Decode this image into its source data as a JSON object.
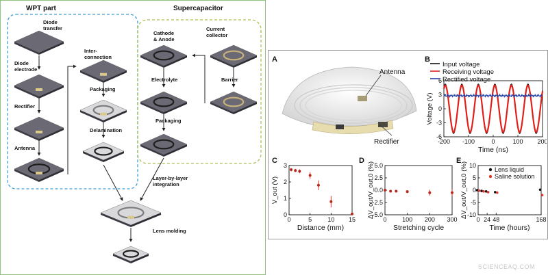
{
  "left": {
    "wpt_title": "WPT part",
    "supercap_title": "Supercapacitor",
    "steps": {
      "diode_transfer": [
        "Diode",
        "transfer"
      ],
      "diode_electrode": [
        "Diode",
        "electrode"
      ],
      "rectifier": "Rectifier",
      "antenna": "Antenna",
      "interconnection": [
        "Inter-",
        "connection"
      ],
      "packaging_wpt": "Packaging",
      "delamination": "Delamination",
      "cathode_anode": [
        "Cathode",
        "& Anode"
      ],
      "current_collector": [
        "Current",
        "collector"
      ],
      "electrolyte": "Electrolyte",
      "barrier": "Barrier",
      "packaging_sc": "Packaging",
      "layer_integration": [
        "Layer-by-layer",
        "integration"
      ],
      "lens_molding": "Lens molding"
    }
  },
  "panels": {
    "a": "A",
    "b": "B",
    "c": "C",
    "d": "D",
    "e": "E"
  },
  "panel_a": {
    "antenna": "Antenna",
    "rectifier": "Rectifier"
  },
  "watermark": "SCIENCEAQ.COM",
  "chart_data": [
    {
      "id": "B",
      "type": "line",
      "xlabel": "Time (ns)",
      "ylabel": "Voltage (V)",
      "xlim": [
        -200,
        200
      ],
      "ylim": [
        -6,
        6
      ],
      "xticks": [
        "-200",
        "-100",
        "0",
        "100",
        "200"
      ],
      "yticks": [
        "6",
        "3",
        "0",
        "-3",
        "-6"
      ],
      "legend_position": "top",
      "series": [
        {
          "name": "Input  voltage",
          "color": "#111111",
          "amplitude": 5.3,
          "period_ns": 67
        },
        {
          "name": "Receiving voltage",
          "color": "#e0211b",
          "amplitude": 5.0,
          "period_ns": 67
        },
        {
          "name": "Rectified voltage",
          "color": "#2440a8",
          "level": 2.8
        }
      ]
    },
    {
      "id": "C",
      "type": "scatter",
      "xlabel": "Distance (mm)",
      "ylabel": "V_out (V)",
      "xlim": [
        0,
        15
      ],
      "ylim": [
        0,
        3
      ],
      "xticks": [
        "0",
        "5",
        "10",
        "15"
      ],
      "yticks": [
        "3",
        "2",
        "1",
        "0"
      ],
      "points": [
        {
          "x": 0.5,
          "y": 2.75,
          "err": 0.1
        },
        {
          "x": 1.5,
          "y": 2.7,
          "err": 0.1
        },
        {
          "x": 2.5,
          "y": 2.65,
          "err": 0.12
        },
        {
          "x": 5,
          "y": 2.4,
          "err": 0.2
        },
        {
          "x": 7,
          "y": 1.8,
          "err": 0.3
        },
        {
          "x": 10,
          "y": 0.8,
          "err": 0.35
        },
        {
          "x": 15,
          "y": 0.05,
          "err": 0.02
        }
      ]
    },
    {
      "id": "D",
      "type": "scatter",
      "xlabel": "Stretching cycle",
      "ylabel": "ΔV_out/V_out,0 (%)",
      "xlim": [
        0,
        300
      ],
      "ylim": [
        -5,
        5
      ],
      "xticks": [
        "0",
        "100",
        "200",
        "300"
      ],
      "yticks": [
        "5.0",
        "2.5",
        "0.0",
        "-2.5",
        "-5.0"
      ],
      "points": [
        {
          "x": 0,
          "y": 0,
          "err": 0.2
        },
        {
          "x": 25,
          "y": -0.2,
          "err": 0.2
        },
        {
          "x": 50,
          "y": -0.2,
          "err": 0.2
        },
        {
          "x": 100,
          "y": -0.3,
          "err": 0.3
        },
        {
          "x": 200,
          "y": -0.5,
          "err": 0.6
        },
        {
          "x": 300,
          "y": -0.5,
          "err": 0.7
        }
      ]
    },
    {
      "id": "E",
      "type": "scatter",
      "xlabel": "Time (hours)",
      "ylabel": "ΔV_out/V_out,0 (%)",
      "xlim": [
        0,
        168
      ],
      "ylim": [
        -10,
        10
      ],
      "xticks": [
        "0",
        "24",
        "48",
        "168"
      ],
      "yticks": [
        "10",
        "5",
        "0",
        "-5",
        "-10"
      ],
      "legend_position": "top-right",
      "series": [
        {
          "name": "Lens liquid",
          "color": "#111111",
          "points": [
            {
              "x": 0,
              "y": 0
            },
            {
              "x": 12,
              "y": -0.3
            },
            {
              "x": 24,
              "y": -0.5
            },
            {
              "x": 48,
              "y": -0.8
            },
            {
              "x": 168,
              "y": 0.2
            }
          ]
        },
        {
          "name": "Saline solution",
          "color": "#d6382e",
          "points": [
            {
              "x": 0,
              "y": -0.2
            },
            {
              "x": 12,
              "y": -0.5
            },
            {
              "x": 24,
              "y": -0.8
            },
            {
              "x": 48,
              "y": -1.0
            },
            {
              "x": 168,
              "y": -2.0
            }
          ]
        }
      ]
    }
  ]
}
